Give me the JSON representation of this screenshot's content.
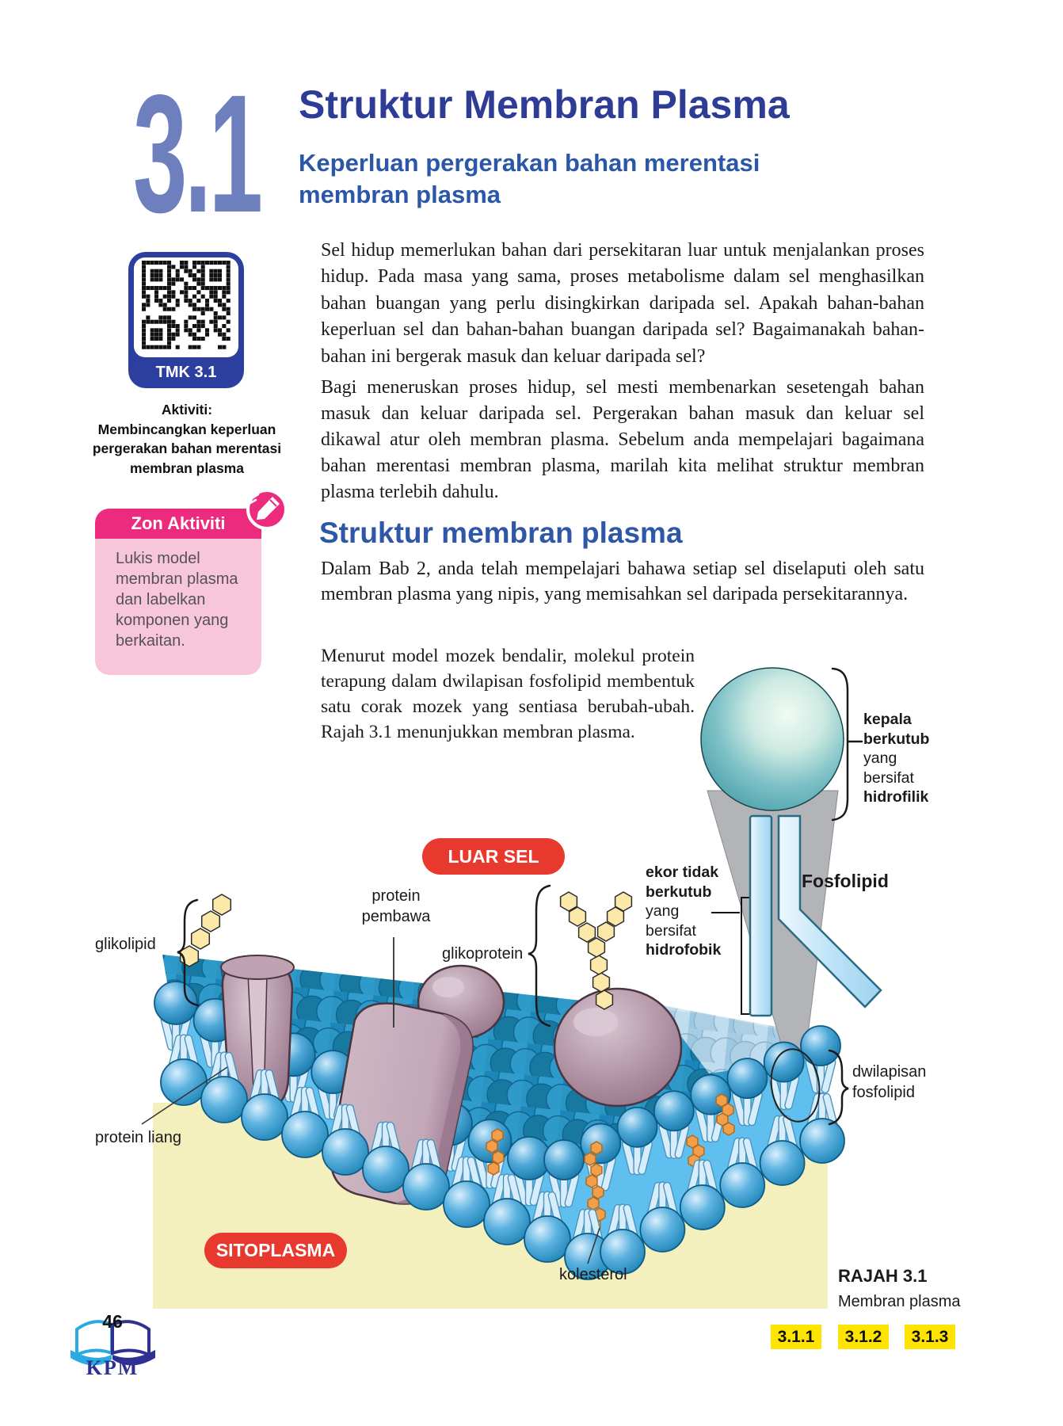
{
  "header": {
    "section_number": "3.1",
    "title": "Struktur Membran Plasma",
    "subtitle": "Keperluan pergerakan bahan merentasi membran plasma"
  },
  "intro": {
    "para1": "Sel hidup memerlukan bahan dari persekitaran luar untuk menjalankan proses hidup. Pada masa yang sama, proses metabolisme dalam sel menghasilkan bahan buangan yang perlu disingkirkan daripada sel. Apakah bahan-bahan keperluan sel dan bahan-bahan buangan daripada sel? Bagaimanakah bahan-bahan ini bergerak masuk dan keluar daripada sel?",
    "para2": "Bagi meneruskan proses hidup, sel mesti membenarkan sesetengah bahan masuk dan keluar daripada sel. Pergerakan bahan masuk dan keluar sel dikawal atur oleh membran plasma. Sebelum anda mempelajari bagaimana bahan merentasi membran plasma, marilah kita melihat struktur membran plasma terlebih dahulu."
  },
  "section": {
    "heading": "Struktur membran plasma",
    "para1": "Dalam Bab 2, anda telah mempelajari bahawa setiap sel diselaputi oleh satu membran plasma yang nipis, yang memisahkan sel daripada persekitarannya.",
    "para2": "Menurut model mozek bendalir, molekul protein terapung dalam dwilapisan fosfolipid membentuk satu corak mozek yang sentiasa berubah-ubah. Rajah 3.1 menunjukkan membran plasma."
  },
  "sidebar": {
    "qr_caption": "TMK 3.1",
    "activity_heading": "Aktiviti:",
    "activity_text": "Membincangkan keperluan pergerakan bahan merentasi membran plasma",
    "zone_title": "Zon Aktiviti",
    "zone_text": "Lukis model membran plasma dan labelkan komponen yang berkaitan."
  },
  "diagram": {
    "outside": "LUAR SEL",
    "cytoplasm": "SITOPLASMA",
    "glikolipid": "glikolipid",
    "protein_pembawa_l1": "protein",
    "protein_pembawa_l2": "pembawa",
    "glikoprotein": "glikoprotein",
    "protein_liang": "protein liang",
    "kolesterol": "kolesterol",
    "fosfolipid": "Fosfolipid",
    "dwilapisan_l1": "dwilapisan",
    "dwilapisan_l2": "fosfolipid",
    "kepala_l1": "kepala",
    "kepala_l2": "berkutub",
    "kepala_l3": "yang",
    "kepala_l4": "bersifat",
    "kepala_l5": "hidrofilik",
    "ekor_l1": "ekor tidak",
    "ekor_l2": "berkutub",
    "ekor_l3": "yang",
    "ekor_l4": "bersifat",
    "ekor_l5": "hidrofobik"
  },
  "caption": {
    "title": "RAJAH 3.1",
    "text": "Membran plasma",
    "badges": [
      "3.1.1",
      "3.1.2",
      "3.1.3"
    ]
  },
  "footer": {
    "page_number": "46",
    "logo_text": "KPM"
  },
  "colors": {
    "accent_red": "#e8392f",
    "badge_yellow": "#ffe400",
    "zone_pink": "#ec2b7f",
    "zone_pink_light": "#f7c6da",
    "title_blue": "#2e3c96",
    "subheading_blue": "#2b57a8",
    "section_number_blue": "#6e7fbe",
    "cytoplasm_yellow": "#f4f0bd",
    "qr_blue": "#2d3f9e",
    "membrane_blue": "#1b7fb3",
    "protein_mauve": "#b294a5",
    "cholesterol_orange": "#f29f4c",
    "hexose_yellow": "#fce9a9",
    "phospholipid_head_teal": "#4fa3ad"
  }
}
